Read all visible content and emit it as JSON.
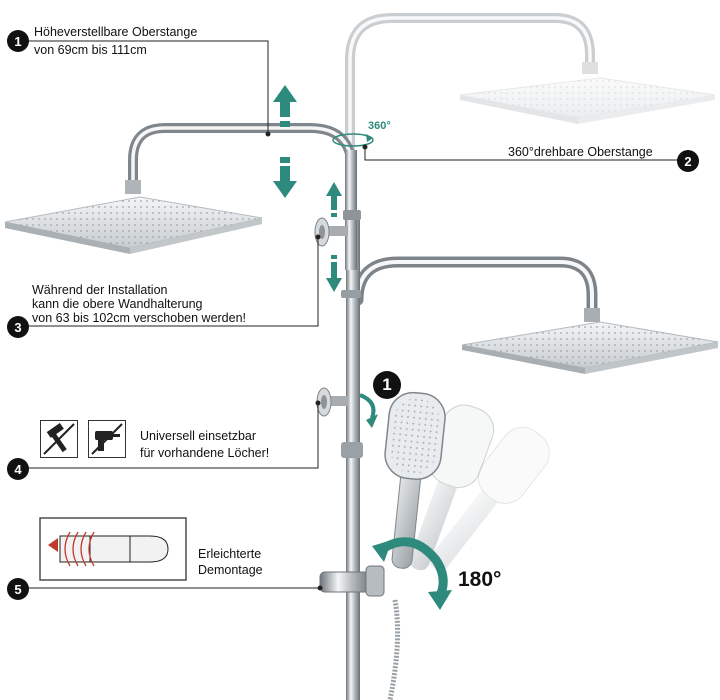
{
  "features": [
    {
      "number": "1",
      "lines": [
        "Höheverstellbare Oberstange",
        "von 69cm bis 111cm"
      ]
    },
    {
      "number": "2",
      "lines": [
        "360°drehbare Oberstange"
      ]
    },
    {
      "number": "3",
      "lines": [
        "Während der Installation",
        "kann die obere Wandhalterung",
        "von 63 bis 102cm verschoben werden!"
      ]
    },
    {
      "number": "4",
      "lines": [
        "Universell einsetzbar",
        "für vorhandene Löcher!"
      ]
    },
    {
      "number": "5",
      "lines": [
        "Erleichterte",
        "Demontage"
      ]
    }
  ],
  "rotation_label_top": "360°",
  "rotation_label_handshower": "180°",
  "step_badge": "1",
  "icons": [
    "hammer-icon",
    "drill-icon",
    "screw-anchor-icon"
  ],
  "colors": {
    "accent_arrow": "#2e8a7c",
    "badge": "#111111",
    "chrome": "#9aa1a6"
  }
}
